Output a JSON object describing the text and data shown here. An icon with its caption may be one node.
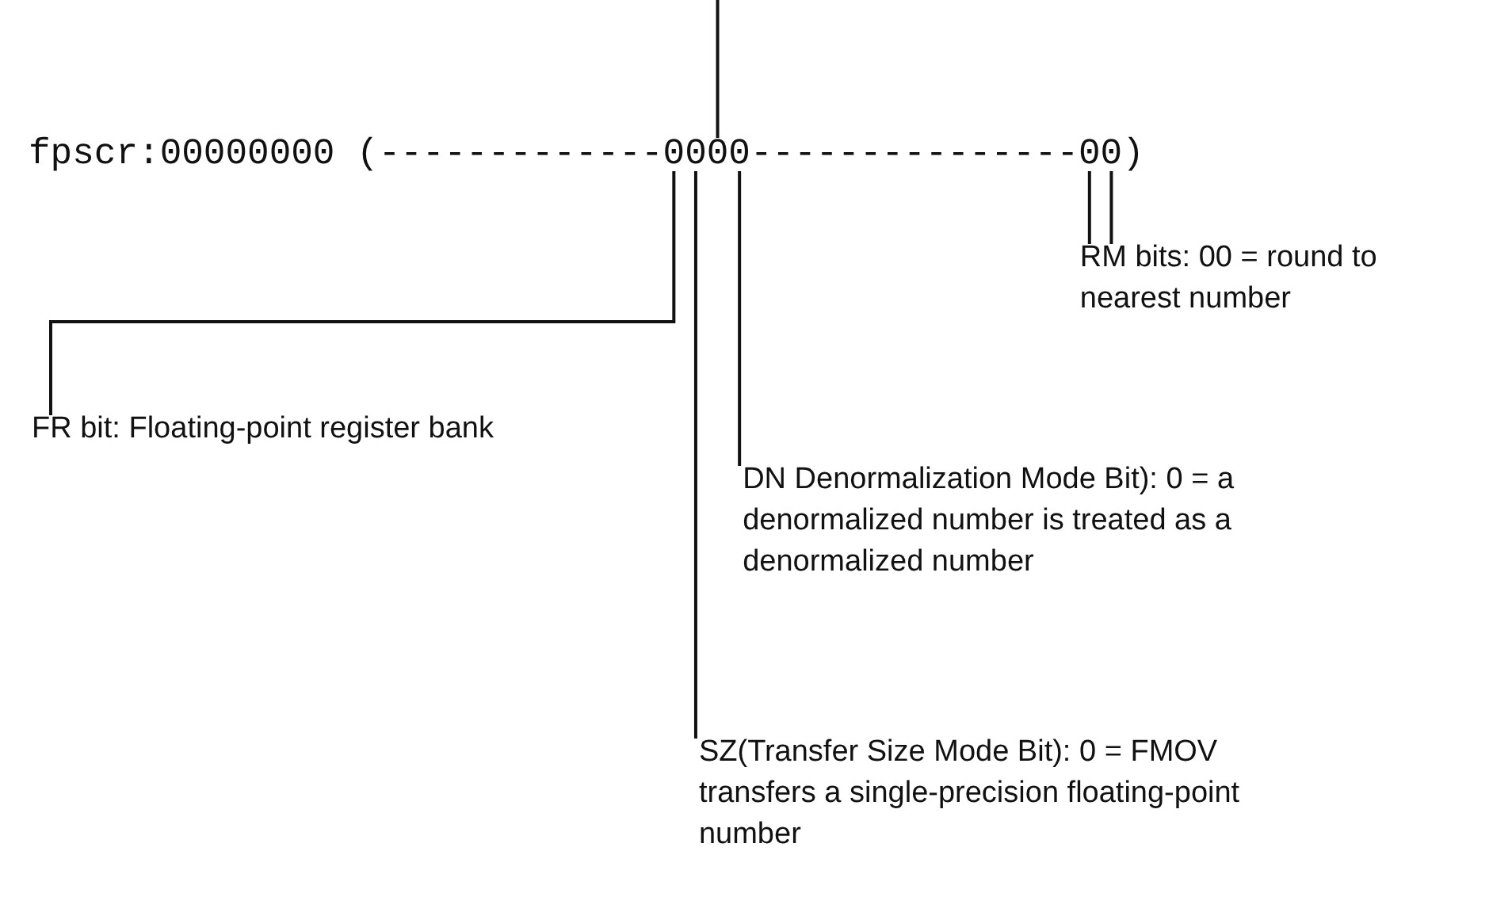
{
  "diagram": {
    "nodes": [
      {
        "text": [
          "fpscr:00000000 (-------------0000---------------00)"
        ]
      },
      {
        "text": [
          "RM bits: 00 = round to nearest number"
        ]
      },
      {
        "text": [
          "FR bit: Floating-point register bank"
        ]
      },
      {
        "text": [
          "DN Denormalization Mode Bit): 0 = a denormalized number is treated as a denormalized number"
        ]
      },
      {
        "text": [
          "SZ(Transfer Size Mode Bit): 0 = FMOV transfers a single-precision floating-point number"
        ]
      }
    ],
    "edges": [
      {
        "from": 2,
        "to": 0,
        "arrow": "none"
      },
      {
        "from": 4,
        "to": 0,
        "arrow": "none"
      },
      {
        "from": null,
        "to": 0,
        "arrow": "none"
      },
      {
        "from": 3,
        "to": 0,
        "arrow": "none"
      },
      {
        "from": 1,
        "to": 0,
        "arrow": "none"
      },
      {
        "from": 1,
        "to": 0,
        "arrow": "none"
      }
    ]
  }
}
